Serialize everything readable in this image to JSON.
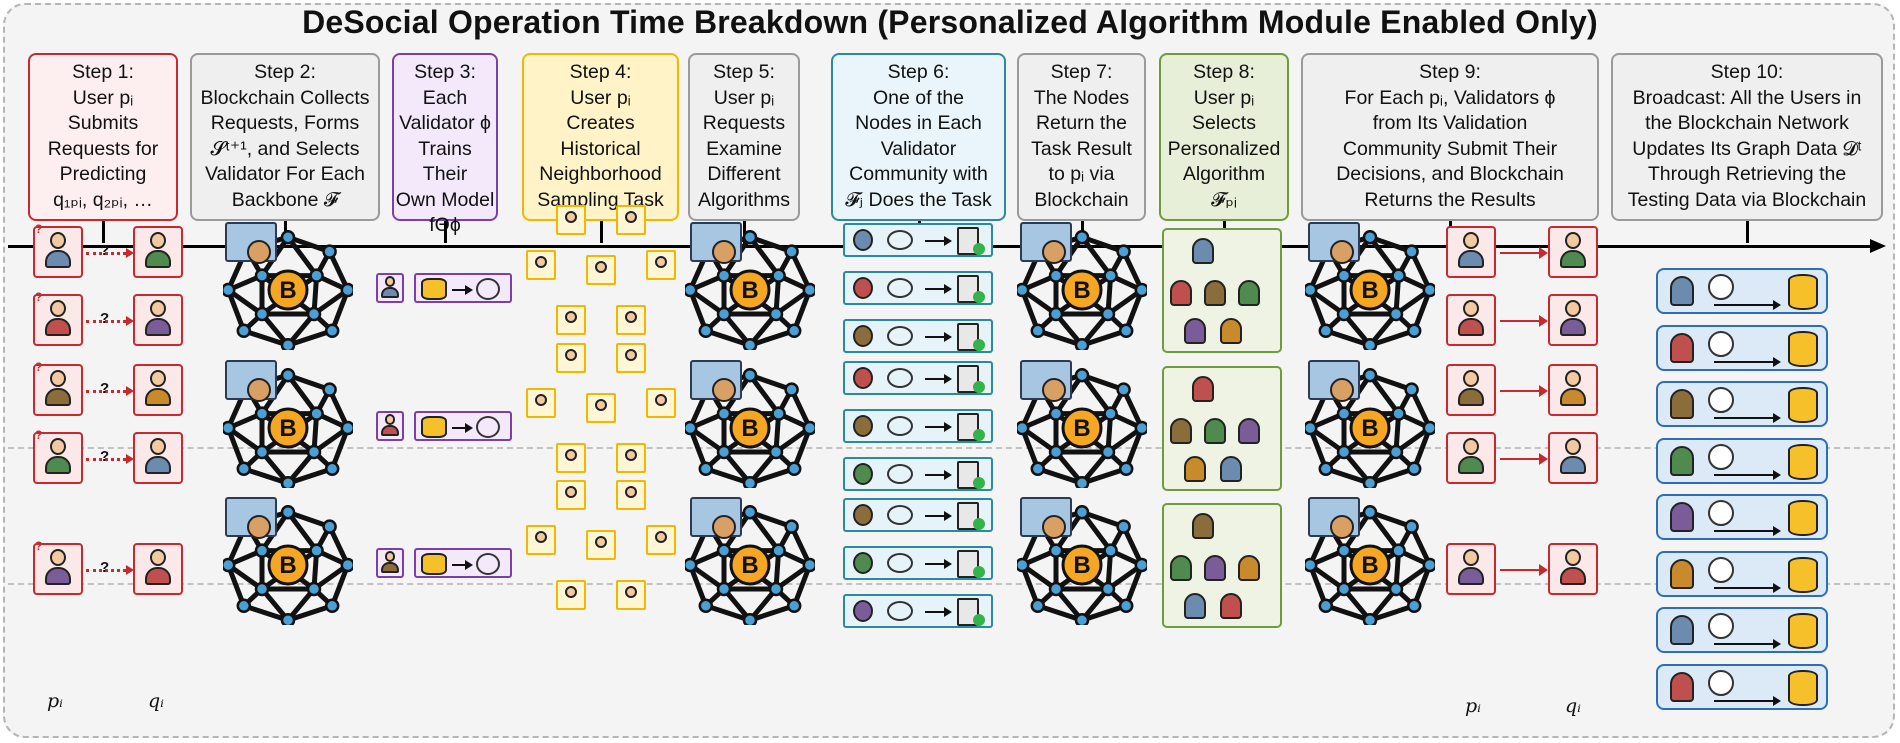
{
  "title": "DeSocial Operation Time Breakdown (Personalized Algorithm Module Enabled Only)",
  "steps": [
    {
      "lines": [
        "Step 1:",
        "User pᵢ",
        "Submits",
        "Requests for",
        "Predicting",
        "q₁ₚᵢ, q₂ₚᵢ, …"
      ],
      "border": "#c42b30",
      "fill": "#fdeff0"
    },
    {
      "lines": [
        "Step 2:",
        "Blockchain Collects",
        "Requests, Forms",
        "𝓢ᵗ⁺¹, and Selects",
        "Validator For Each",
        "Backbone 𝓕"
      ],
      "border": "#9a9a9a",
      "fill": "#efefef"
    },
    {
      "lines": [
        "Step 3:",
        "Each",
        "Validator ϕ",
        "Trains Their",
        "Own Model",
        "fΘϕ"
      ],
      "border": "#7b3fa9",
      "fill": "#f3e9fa"
    },
    {
      "lines": [
        "Step 4:",
        "User pᵢ",
        "Creates",
        "Historical",
        "Neighborhood",
        "Sampling Task"
      ],
      "border": "#f0b800",
      "fill": "#fff3c7"
    },
    {
      "lines": [
        "Step 5:",
        "User pᵢ",
        "Requests",
        "Examine",
        "Different",
        "Algorithms"
      ],
      "border": "#9a9a9a",
      "fill": "#efefef"
    },
    {
      "lines": [
        "Step 6:",
        "One of the",
        "Nodes in Each",
        "Validator",
        "Community with",
        "𝓕ⱼ Does the Task"
      ],
      "border": "#2a8aa0",
      "fill": "#e9f5fb"
    },
    {
      "lines": [
        "Step 7:",
        "The Nodes",
        "Return the",
        "Task Result",
        "to pᵢ via",
        "Blockchain"
      ],
      "border": "#9a9a9a",
      "fill": "#efefef"
    },
    {
      "lines": [
        "Step 8:",
        "User pᵢ",
        "Selects",
        "Personalized",
        "Algorithm",
        "𝓕ₚᵢ"
      ],
      "border": "#6f9c3a",
      "fill": "#e7efd8"
    },
    {
      "lines": [
        "Step 9:",
        "For Each pᵢ, Validators ϕ",
        "from Its Validation",
        "Community Submit Their",
        "Decisions, and Blockchain",
        "Returns the Results"
      ],
      "border": "#9a9a9a",
      "fill": "#efefef"
    },
    {
      "lines": [
        "Step 10:",
        "Broadcast: All the Users in",
        "the Blockchain Network",
        "Updates Its Graph Data 𝓓ᵗ",
        "Through Retrieving the",
        "Testing Data via Blockchain"
      ],
      "border": "#9a9a9a",
      "fill": "#efefef"
    }
  ],
  "labels": {
    "p": "pᵢ",
    "q": "qᵢ"
  },
  "question_mark": "?",
  "bitcoin_symbol": "B"
}
